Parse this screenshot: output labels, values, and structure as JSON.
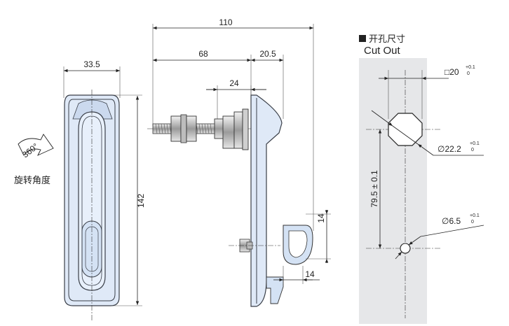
{
  "front_view": {
    "width_dim": "33.5",
    "height_dim": "142",
    "rotation_label": "360°",
    "rotation_caption": "旋转角度"
  },
  "side_view": {
    "overall_dim": "110",
    "stud_length_dim": "68",
    "body_depth_dim": "20.5",
    "thread_dim": "24",
    "loop_height_dim": "14",
    "loop_width_dim": "14"
  },
  "cutout": {
    "title_cn": "开孔尺寸",
    "title_en": "Cut Out",
    "square_dim": "□20",
    "square_tol_upper": "+0.1",
    "square_tol_lower": "0",
    "dia_large_dim": "∅22.2",
    "dia_large_tol_upper": "+0.1",
    "dia_large_tol_lower": "0",
    "spacing_dim": "79.5 ± 0.1",
    "dia_small_dim": "∅6.5",
    "dia_small_tol_upper": "+0.1",
    "dia_small_tol_lower": "0"
  },
  "colors": {
    "body": "#dfe9f7",
    "panel": "#e6e7e9",
    "outline": "#3a3f48"
  }
}
